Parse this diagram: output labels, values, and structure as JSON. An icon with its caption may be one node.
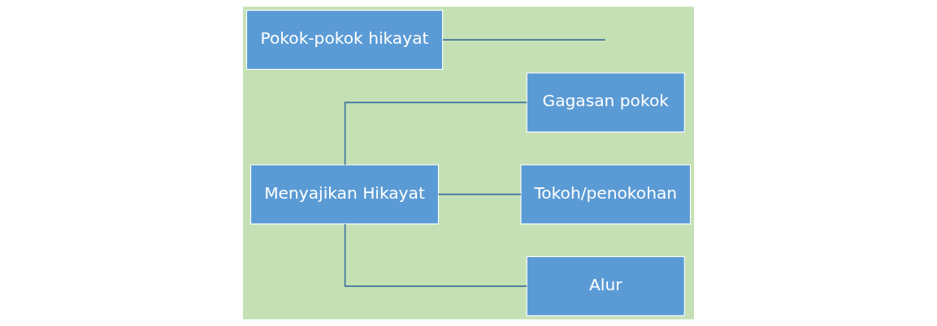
{
  "diagram": {
    "nodes": [
      {
        "text": [
          "Menyajikan Hikayat"
        ]
      },
      {
        "text": [
          "Pokok-pokok hikayat"
        ]
      },
      {
        "text": [
          "Gagasan pokok"
        ]
      },
      {
        "text": [
          "Tokoh/penokohan"
        ]
      },
      {
        "text": [
          "Alur"
        ]
      }
    ],
    "edges": [
      {
        "from": 0,
        "to": 2,
        "arrow": "none"
      },
      {
        "from": 0,
        "to": 3,
        "arrow": "none"
      },
      {
        "from": 0,
        "to": 4,
        "arrow": "none"
      },
      {
        "from": 1,
        "to": null,
        "arrow": "none"
      }
    ]
  }
}
